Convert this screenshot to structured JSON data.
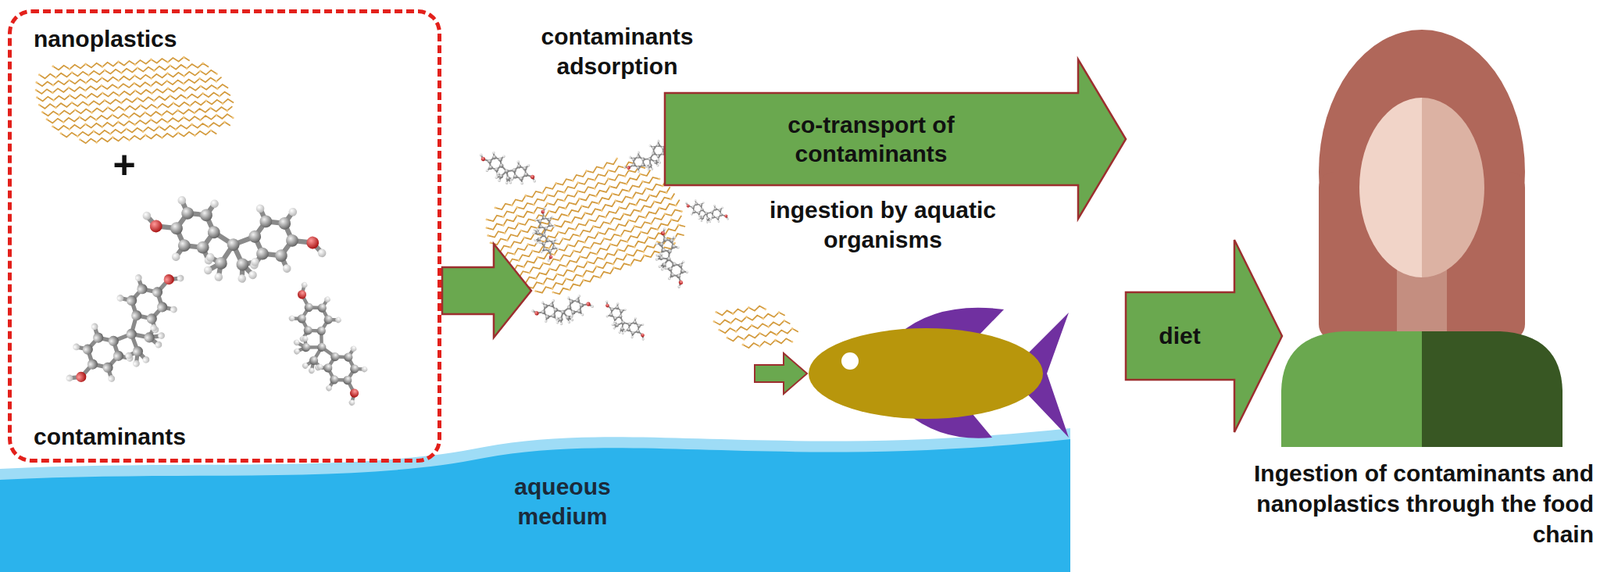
{
  "diagram": {
    "nodes": [
      {
        "text": [
          "nanoplastics",
          "contaminants"
        ]
      },
      {
        "text": [
          "co-transport of contaminants"
        ]
      },
      {
        "text": [
          "diet"
        ]
      }
    ],
    "labels": [
      "+",
      "contaminants adsorption",
      "ingestion by aquatic organisms",
      "aqueous medium",
      "Ingestion of contaminants and nanoplastics through the food chain"
    ]
  }
}
